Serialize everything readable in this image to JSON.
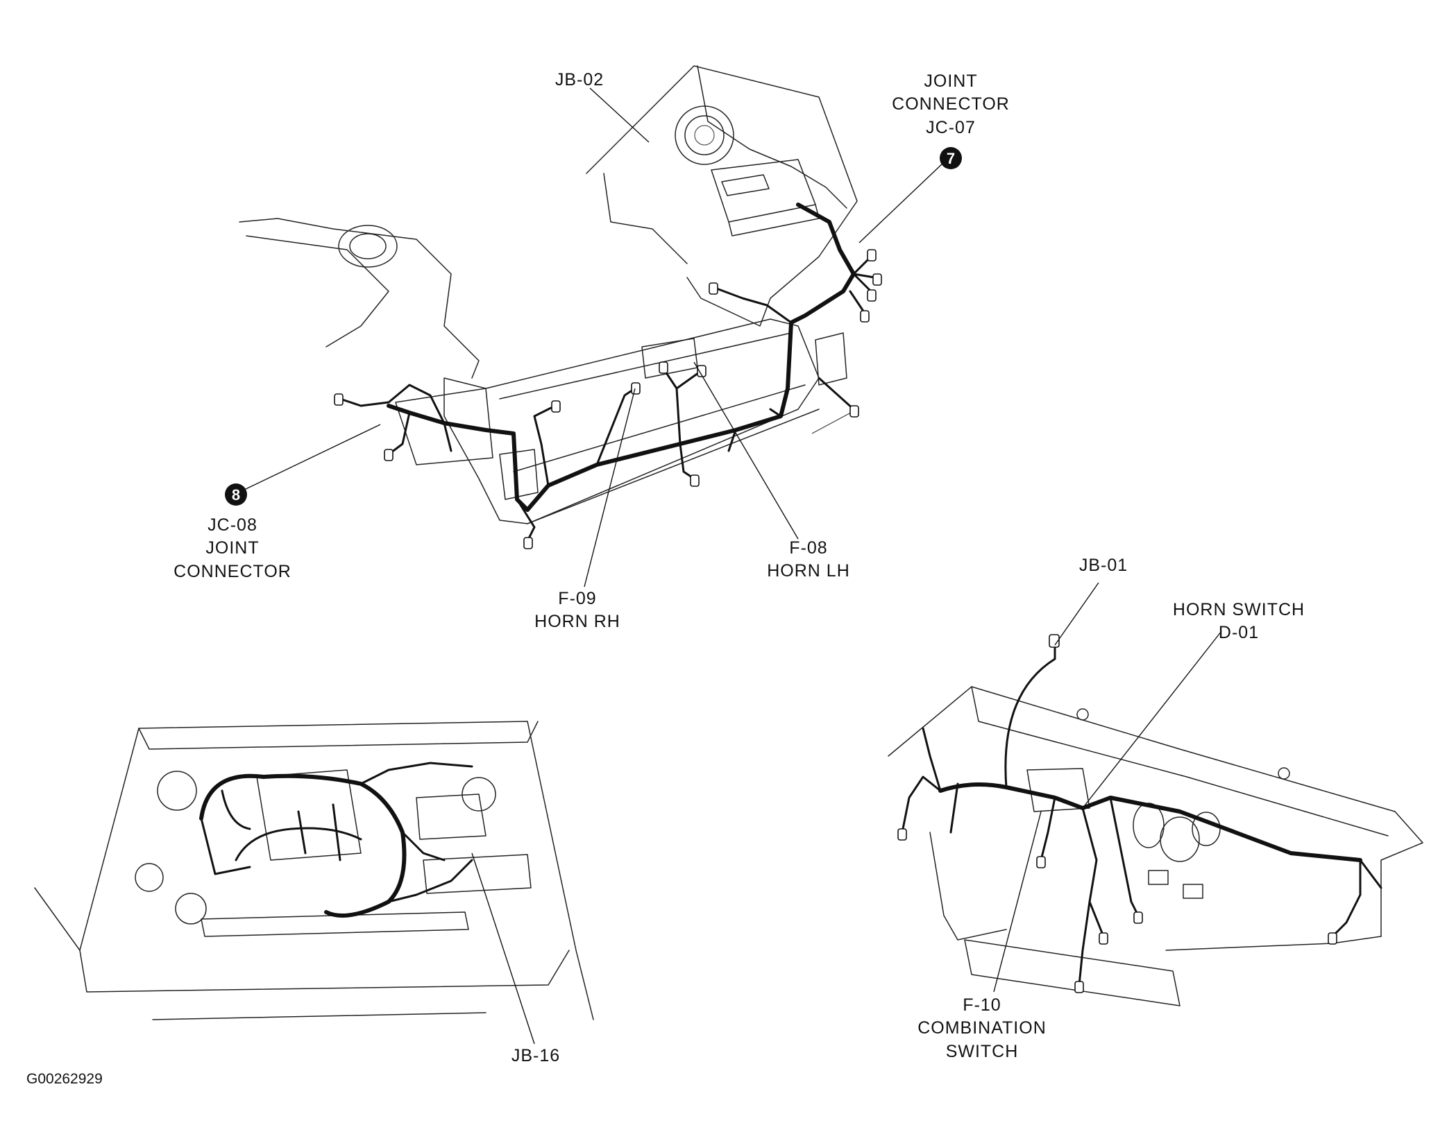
{
  "labels": {
    "jb02": "JB-02",
    "jc07": [
      "JOINT",
      "CONNECTOR",
      "JC-07"
    ],
    "jc07_badge": "7",
    "jc08_badge": "8",
    "jc08": [
      "JC-08",
      "JOINT",
      "CONNECTOR"
    ],
    "f08": [
      "F-08",
      "HORN LH"
    ],
    "f09": [
      "F-09",
      "HORN RH"
    ],
    "jb01": "JB-01",
    "horn_switch": [
      "HORN SWITCH",
      "D-01"
    ],
    "jb16": "JB-16",
    "f10": [
      "F-10",
      "COMBINATION",
      "SWITCH"
    ],
    "figure_code": "G00262929"
  }
}
